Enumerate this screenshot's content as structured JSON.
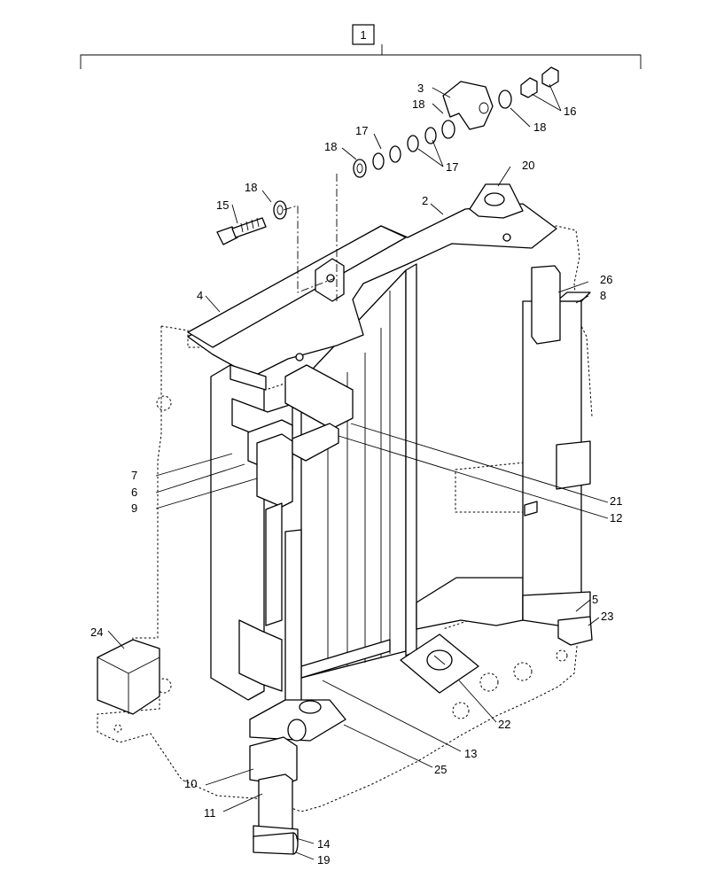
{
  "assembly_label": "1",
  "callouts": [
    {
      "id": "c-1",
      "text": "1"
    },
    {
      "id": "c-2",
      "text": "2"
    },
    {
      "id": "c-3",
      "text": "3"
    },
    {
      "id": "c-4",
      "text": "4"
    },
    {
      "id": "c-5",
      "text": "5"
    },
    {
      "id": "c-6",
      "text": "6"
    },
    {
      "id": "c-7",
      "text": "7"
    },
    {
      "id": "c-8",
      "text": "8"
    },
    {
      "id": "c-9",
      "text": "9"
    },
    {
      "id": "c-10",
      "text": "10"
    },
    {
      "id": "c-11",
      "text": "11"
    },
    {
      "id": "c-12",
      "text": "12"
    },
    {
      "id": "c-13",
      "text": "13"
    },
    {
      "id": "c-14",
      "text": "14"
    },
    {
      "id": "c-15",
      "text": "15"
    },
    {
      "id": "c-16",
      "text": "16"
    },
    {
      "id": "c-17",
      "text": "17"
    },
    {
      "id": "c-18",
      "text": "18"
    },
    {
      "id": "c-19",
      "text": "19"
    },
    {
      "id": "c-20",
      "text": "20"
    },
    {
      "id": "c-21",
      "text": "21"
    },
    {
      "id": "c-22",
      "text": "22"
    },
    {
      "id": "c-23",
      "text": "23"
    },
    {
      "id": "c-24",
      "text": "24"
    },
    {
      "id": "c-25",
      "text": "25"
    },
    {
      "id": "c-26",
      "text": "26"
    }
  ]
}
